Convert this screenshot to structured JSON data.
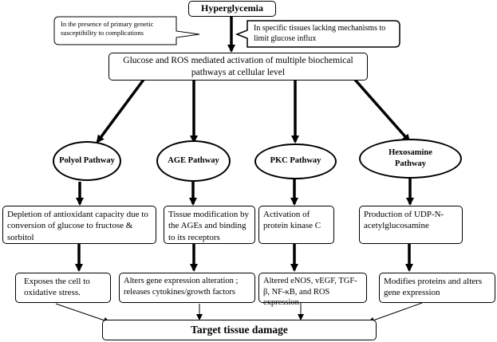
{
  "top": {
    "title": "Hyperglycemia"
  },
  "callouts": {
    "left": "In the presence of primary genetic susceptibility to complications",
    "right": "In specific tissues lacking mechanisms to limit glucose influx"
  },
  "central": "Glucose and ROS mediated activation of multiple biochemical pathways at cellular level",
  "pathways": [
    {
      "name": "Polyol Pathway",
      "mechanism": "Depletion of antioxidant capacity due to conversion of glucose to fructose & sorbitol",
      "effect": "Exposes the cell to oxidative stress."
    },
    {
      "name": "AGE Pathway",
      "mechanism": "Tissue modification by the AGEs and binding to its receptors",
      "effect": "Alters gene expression alteration ; releases cytokines/growth factors"
    },
    {
      "name": "PKC Pathway",
      "mechanism": "Activation of protein kinase C",
      "effect": "Altered eNOS, vEGF, TGF-β, NF-κB, and ROS expression"
    },
    {
      "name": "Hexosamine Pathway",
      "mechanism": "Production of UDP-N-acetylglucosamine",
      "effect": "Modifies proteins and alters gene expression"
    }
  ],
  "outcome": "Target tissue damage"
}
